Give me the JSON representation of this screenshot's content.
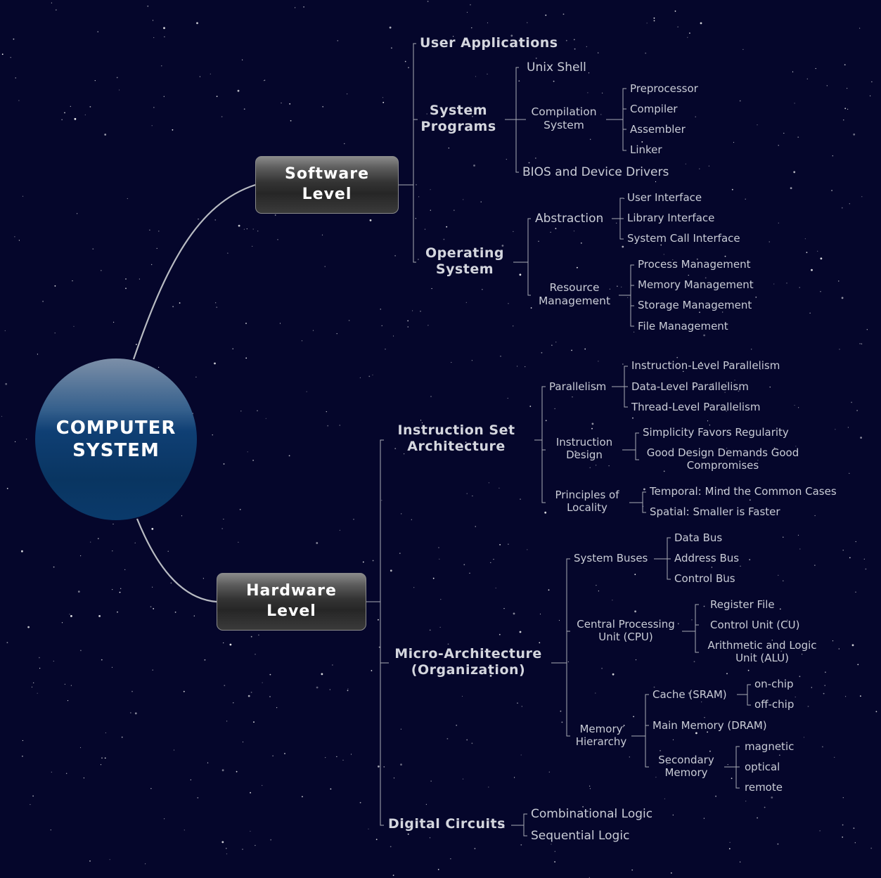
{
  "root": "COMPUTER\nSYSTEM",
  "software": {
    "label": "Software\nLevel",
    "user_applications": "User Applications",
    "system_programs": {
      "label": "System\nPrograms",
      "unix_shell": "Unix Shell",
      "compilation_system": {
        "label": "Compilation\nSystem",
        "items": [
          "Preprocessor",
          "Compiler",
          "Assembler",
          "Linker"
        ]
      },
      "bios": "BIOS and Device Drivers"
    },
    "operating_system": {
      "label": "Operating\nSystem",
      "abstraction": {
        "label": "Abstraction",
        "items": [
          "User Interface",
          "Library Interface",
          "System Call Interface"
        ]
      },
      "resource_management": {
        "label": "Resource\nManagement",
        "items": [
          "Process Management",
          "Memory Management",
          "Storage Management",
          "File Management"
        ]
      }
    }
  },
  "hardware": {
    "label": "Hardware\nLevel",
    "isa": {
      "label": "Instruction Set\nArchitecture",
      "parallelism": {
        "label": "Parallelism",
        "items": [
          "Instruction-Level Parallelism",
          "Data-Level Parallelism",
          "Thread-Level Parallelism"
        ]
      },
      "instruction_design": {
        "label": "Instruction\nDesign",
        "items": [
          "Simplicity Favors Regularity",
          "Good Design Demands Good\nCompromises"
        ]
      },
      "locality": {
        "label": "Principles of\nLocality",
        "items": [
          "Temporal: Mind the Common Cases",
          "Spatial: Smaller is Faster"
        ]
      }
    },
    "micro": {
      "label": "Micro-Architecture\n(Organization)",
      "buses": {
        "label": "System Buses",
        "items": [
          "Data Bus",
          "Address Bus",
          "Control Bus"
        ]
      },
      "cpu": {
        "label": "Central Processing\nUnit (CPU)",
        "items": [
          "Register File",
          "Control Unit (CU)",
          "Arithmetic and Logic\nUnit (ALU)"
        ]
      },
      "memory": {
        "label": "Memory\nHierarchy",
        "cache": {
          "label": "Cache (SRAM)",
          "items": [
            "on-chip",
            "off-chip"
          ]
        },
        "main": "Main Memory (DRAM)",
        "secondary": {
          "label": "Secondary\nMemory",
          "items": [
            "magnetic",
            "optical",
            "remote"
          ]
        }
      }
    },
    "digital": {
      "label": "Digital Circuits",
      "items": [
        "Combinational Logic",
        "Sequential Logic"
      ]
    }
  }
}
